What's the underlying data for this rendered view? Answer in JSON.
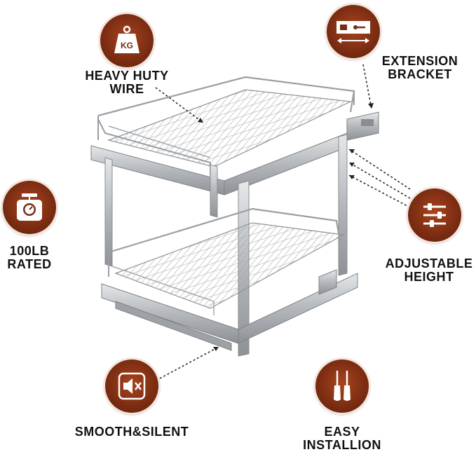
{
  "features": {
    "heavy_wire": {
      "line1": "HEAVY HUTY",
      "line2": "WIRE",
      "icon": "weight-kg-icon",
      "icon_text": "KG"
    },
    "extension": {
      "line1": "EXTENSION",
      "line2": "BRACKET",
      "icon": "extension-bracket-icon"
    },
    "rated": {
      "line1": "100LB",
      "line2": "RATED",
      "icon": "scale-icon"
    },
    "adjustable": {
      "line1": "ADJUSTABLE",
      "line2": "HEIGHT",
      "icon": "sliders-icon"
    },
    "smooth": {
      "line1": "SMOOTH&SILENT",
      "icon": "mute-icon"
    },
    "install": {
      "line1": "EASY",
      "line2": "INSTALLION",
      "icon": "screwdriver-icon"
    }
  },
  "colors": {
    "badge": "#7a2c12",
    "badge_ring": "#f3e5dc",
    "text": "#111111",
    "metal": "#b9bcc0"
  }
}
